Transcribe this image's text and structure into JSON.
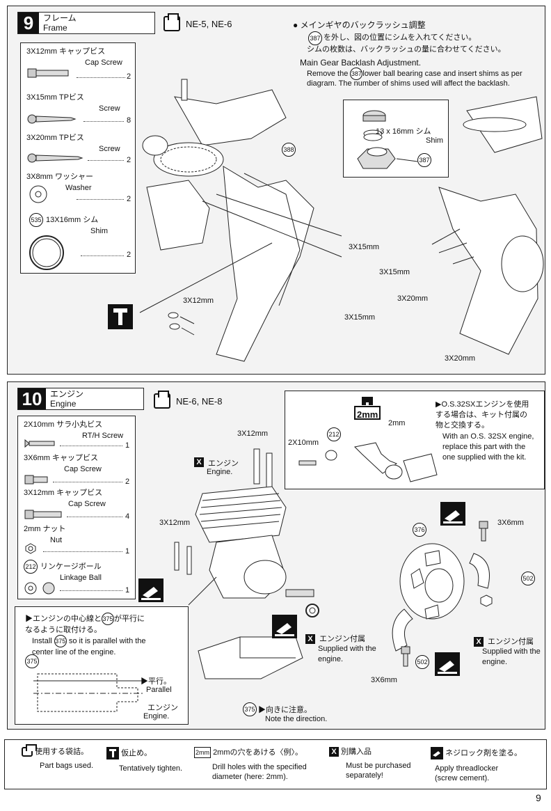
{
  "step9": {
    "number": "9",
    "title_jp": "フレーム",
    "title_en": "Frame",
    "bag": "NE-5, NE-6",
    "parts": [
      {
        "jp": "3X12mm キャップビス",
        "en": "Cap Screw",
        "qty": "2"
      },
      {
        "jp": "3X15mm TPビス",
        "en": "Screw",
        "qty": "8"
      },
      {
        "jp": "3X20mm TPビス",
        "en": "Screw",
        "qty": "2"
      },
      {
        "jp": "3X8mm ワッシャー",
        "en": "Washer",
        "qty": "2"
      },
      {
        "jp": "13X16mm シム",
        "en": "Shim",
        "qty": "2",
        "ref": "535"
      }
    ],
    "backlash_title_jp": "メインギヤのバックラッシュ調整",
    "backlash_line1_jp": "を外し、図の位置にシムを入れてください。",
    "backlash_line2_jp": "シムの枚数は、バックラッシュの量に合わせてください。",
    "backlash_title_en": "Main Gear Backlash Adjustment.",
    "backlash_en_pre": "Remove the",
    "backlash_en_post": "lower ball bearing case and insert shims as per",
    "backlash_en_line2": "diagram.  The number of shims used will affect the backlash.",
    "ref387": "387",
    "ref388": "388",
    "shim_label": "13 x 16mm シム",
    "shim_label_en": "Shim",
    "labels": {
      "m15a": "3X15mm",
      "m15b": "3X15mm",
      "m15c": "3X15mm",
      "m12": "3X12mm",
      "m20a": "3X20mm",
      "m20b": "3X20mm"
    }
  },
  "step10": {
    "number": "10",
    "title_jp": "エンジン",
    "title_en": "Engine",
    "bag": "NE-6, NE-8",
    "parts": [
      {
        "jp": "2X10mm サラ小丸ビス",
        "en": "RT/H Screw",
        "qty": "1"
      },
      {
        "jp": "3X6mm キャップビス",
        "en": "Cap Screw",
        "qty": "2"
      },
      {
        "jp": "3X12mm キャップビス",
        "en": "Cap Screw",
        "qty": "4"
      },
      {
        "jp": "2mm ナット",
        "en": "Nut",
        "qty": "1"
      },
      {
        "jp": "リンケージボール",
        "en": "Linkage Ball",
        "qty": "1",
        "ref": "212"
      }
    ],
    "os_note_jp1": "▶O.S.32SXエンジンを使用",
    "os_note_jp2": "する場合は、キット付属の",
    "os_note_jp3": "物と交換する。",
    "os_note_en1": "With an O.S. 32SX engine,",
    "os_note_en2": "replace this part with the",
    "os_note_en3": "one supplied with the kit.",
    "drill": "2mm",
    "m2": "2mm",
    "m2x10": "2X10mm",
    "ref212": "212",
    "engine_jp": "エンジン",
    "engine_en": "Engine.",
    "m12a": "3X12mm",
    "m12b": "3X12mm",
    "ref376": "376",
    "ref502a": "502",
    "ref502b": "502",
    "ref375": "375",
    "m6a": "3X6mm",
    "m6b": "3X6mm",
    "supplied_jp": "エンジン付属",
    "supplied_en1": "Supplied with the",
    "supplied_en2": "engine.",
    "center_jp1_pre": "▶エンジンの中心線と",
    "center_jp1_post": "が平行に",
    "center_jp2": "なるように取付ける。",
    "center_en1_pre": "Install",
    "center_en1_post": "so it is parallel with the",
    "center_en2": "center line of the engine.",
    "parallel_jp": "▶平行。",
    "parallel_en": "Parallel",
    "direction_jp": "▶向きに注意。",
    "direction_en": "Note the direction."
  },
  "legend": {
    "bag_jp": "使用する袋詰。",
    "bag_en": "Part bags used.",
    "tight_jp": "仮止め。",
    "tight_en": "Tentatively tighten.",
    "drill_icon": "2mm",
    "drill_jp": "2mmの穴をあける〈例〉。",
    "drill_en1": "Drill holes with the specified",
    "drill_en2": "diameter (here: 2mm).",
    "buy_jp": "別購入品",
    "buy_en1": "Must be purchased",
    "buy_en2": "separately!",
    "lock_jp": "ネジロック剤を塗る。",
    "lock_en1": "Apply threadlocker",
    "lock_en2": "(screw cement)."
  },
  "page_number": "9"
}
